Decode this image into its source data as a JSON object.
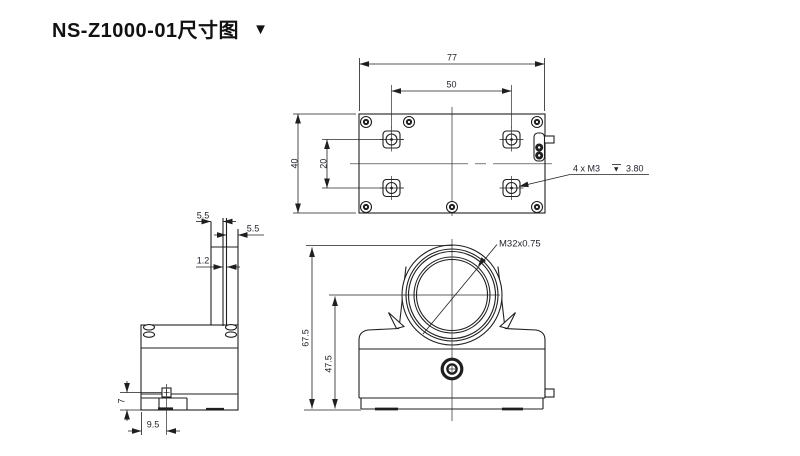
{
  "title": {
    "text": "NS-Z1000-01尺寸图",
    "marker": "▼"
  },
  "top_view": {
    "dim_width": "77",
    "dim_hole_spacing": "50",
    "dim_height": "40",
    "dim_row_spacing": "20",
    "thread_note": {
      "prefix": "4 x  M3",
      "depth_symbol": "▼",
      "depth_value": "3.80"
    }
  },
  "side_view": {
    "dim_offset_left": "5.5",
    "dim_offset_right": "5.5",
    "dim_plate_thickness": "1.2",
    "dim_base_height": "7",
    "dim_screw_offset": "9.5"
  },
  "front_view": {
    "dim_total_height": "67.5",
    "dim_center_height": "47.5",
    "thread_label": "M32x0.75"
  }
}
